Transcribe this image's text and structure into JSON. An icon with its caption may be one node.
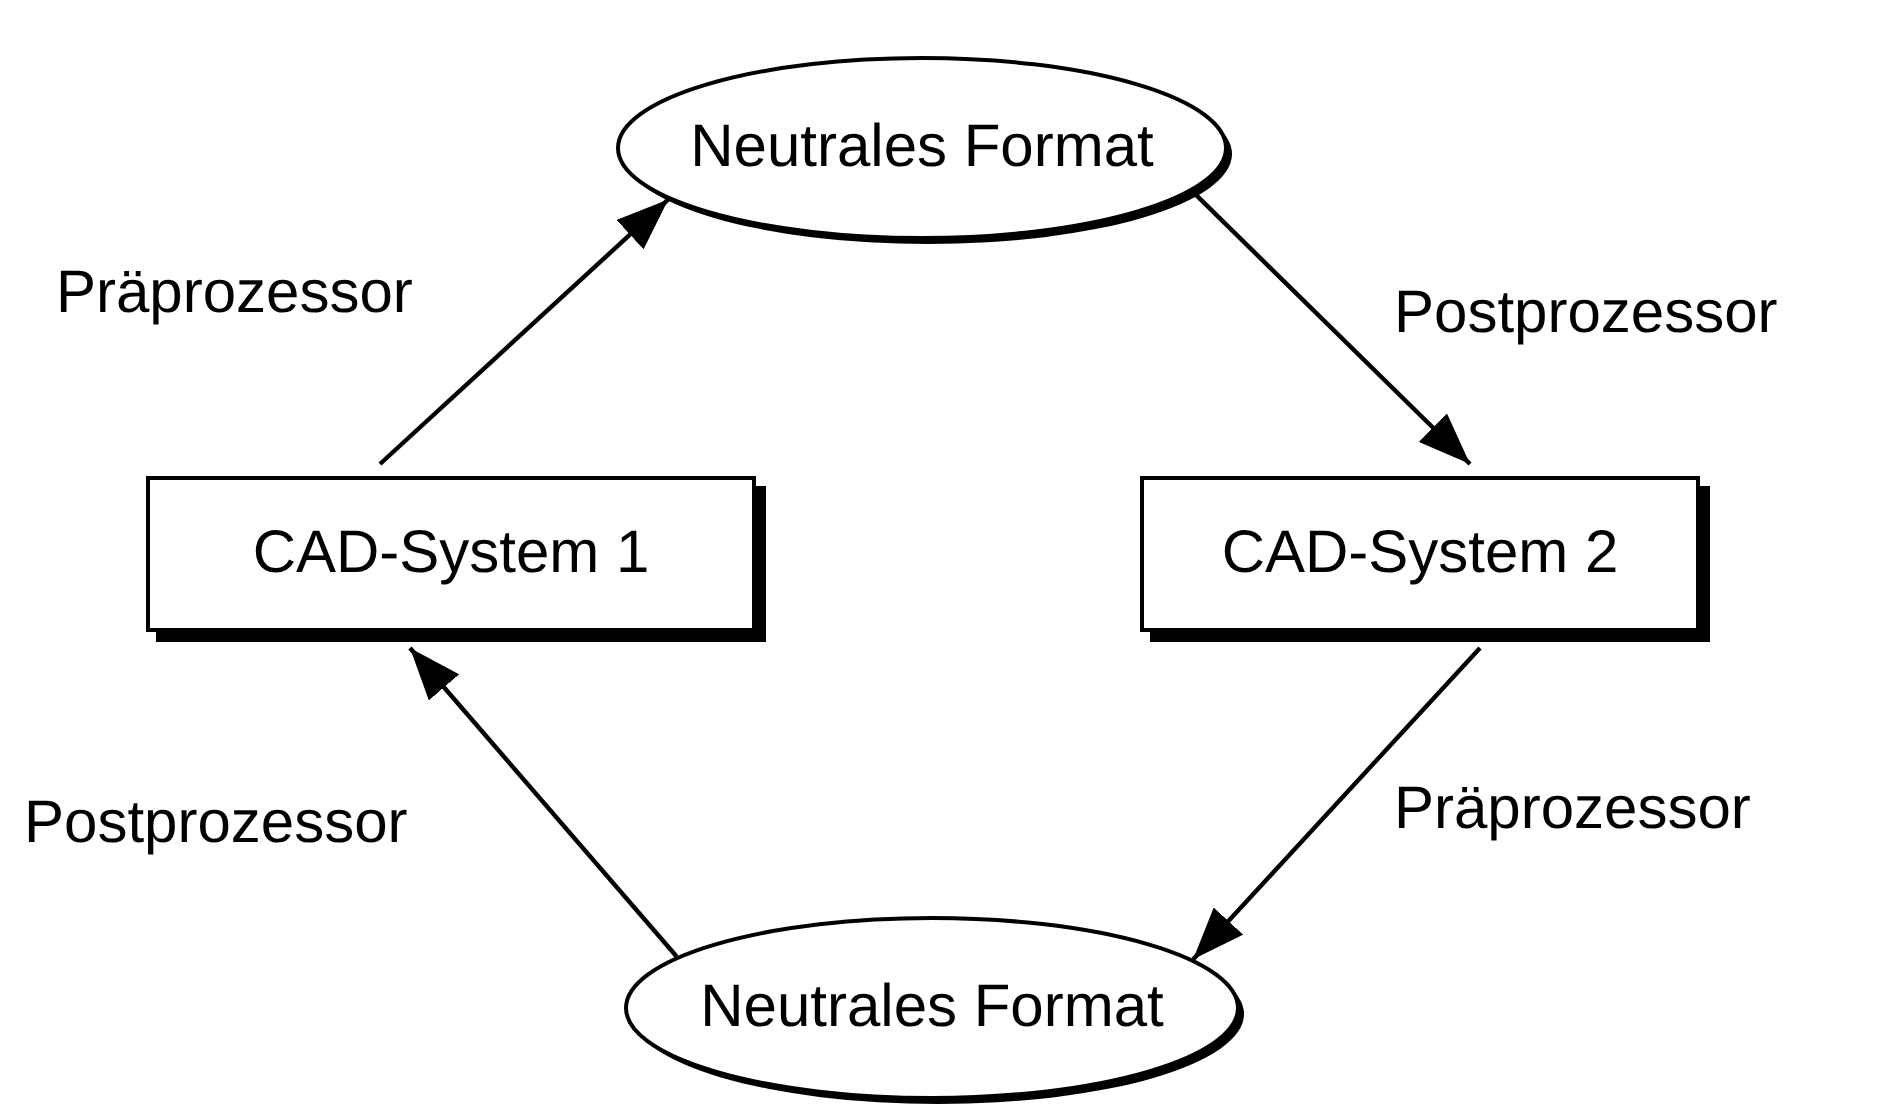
{
  "diagram": {
    "nodes": [
      {
        "text": [
          "Neutrales Format"
        ]
      },
      {
        "text": [
          "CAD-System 1"
        ]
      },
      {
        "text": [
          "CAD-System 2"
        ]
      },
      {
        "text": [
          "Neutrales Format"
        ]
      }
    ],
    "edges": [
      {
        "from": 1,
        "to": 0,
        "arrow": "to",
        "label": "Präprozessor"
      },
      {
        "from": 0,
        "to": 2,
        "arrow": "to",
        "label": "Postprozessor"
      },
      {
        "from": 2,
        "to": 3,
        "arrow": "to",
        "label": "Präprozessor"
      },
      {
        "from": 3,
        "to": 1,
        "arrow": "to",
        "label": "Postprozessor"
      }
    ]
  }
}
